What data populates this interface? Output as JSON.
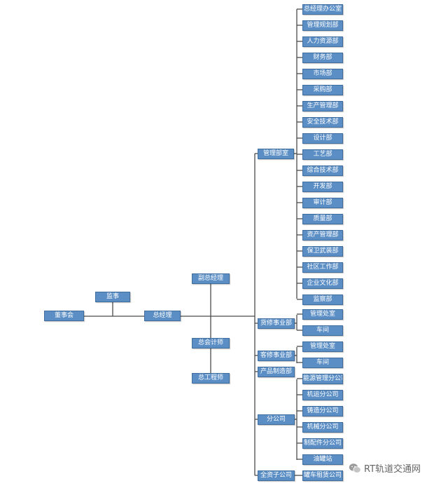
{
  "colors": {
    "box_fill": "#5b8ec5",
    "box_border": "#3f6e9e",
    "box_text": "#ffffff",
    "connector": "#4a4a4a"
  },
  "org": {
    "board": "董事会",
    "supervisor": "监事",
    "gm": "总经理",
    "deputy_gm": "副总经理",
    "chief_accountant": "总会计师",
    "chief_engineer": "总工程师",
    "mgmt_depts": "管理部室",
    "departments": [
      "总经理办公室",
      "管理规划部",
      "人力资源部",
      "财务部",
      "市场部",
      "采购部",
      "生产管理部",
      "安全技术部",
      "设计部",
      "工艺部",
      "综合技术部",
      "开发部",
      "审计部",
      "质量部",
      "资产管理部",
      "保卫武装部",
      "社区工作部",
      "企业文化部",
      "监察部"
    ],
    "freight_unit": "货修事业部",
    "freight_children": [
      "管理处室",
      "车间"
    ],
    "passenger_unit": "客修事业部",
    "passenger_children": [
      "管理处室",
      "车间"
    ],
    "product_unit": "产品制造部",
    "branches": "分公司",
    "branch_children": [
      "能源管理分公司",
      "机运分公司",
      "铸造分公司",
      "机械分公司",
      "制配件分公司",
      "油罐站"
    ],
    "subsidiaries": "全资子公司",
    "subsidiary_children": [
      "罐车租赁公司"
    ]
  },
  "watermark": {
    "text": "RT轨道交通网",
    "icon": "wechat-icon"
  }
}
